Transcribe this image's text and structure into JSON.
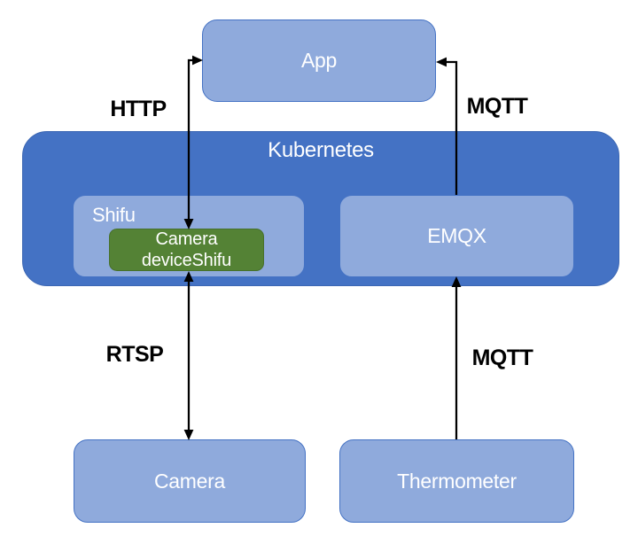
{
  "nodes": {
    "app": {
      "label": "App"
    },
    "kubernetes": {
      "label": "Kubernetes"
    },
    "shifu": {
      "label": "Shifu"
    },
    "camera_deviceshifu": {
      "line1": "Camera",
      "line2": "deviceShifu"
    },
    "emqx": {
      "label": "EMQX"
    },
    "camera": {
      "label": "Camera"
    },
    "thermometer": {
      "label": "Thermometer"
    }
  },
  "edges": {
    "http": {
      "label": "HTTP"
    },
    "mqtt_app": {
      "label": "MQTT"
    },
    "rtsp": {
      "label": "RTSP"
    },
    "mqtt_thermometer": {
      "label": "MQTT"
    }
  },
  "colors": {
    "background": "#FFFFFF",
    "container_fill": "#4472C4",
    "container_border": "#3C67B3",
    "node_fill": "#8FAADC",
    "node_border": "#4472C4",
    "deviceshifu_fill": "#548235",
    "deviceshifu_border": "#47702C",
    "node_text": "#FFFFFF",
    "edge_text": "#000000",
    "arrow": "#000000"
  }
}
